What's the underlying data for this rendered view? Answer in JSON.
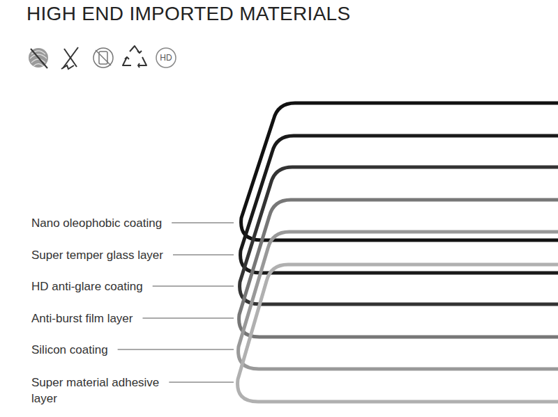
{
  "diagram": {
    "title": "HIGH END IMPORTED MATERIALS",
    "labels": [
      "HD",
      "Nano oleophobic coating",
      "Super temper glass layer",
      "HD anti-glare coating",
      "Anti-burst film layer",
      "Silicon coating",
      "Super material adhesive layer"
    ]
  }
}
